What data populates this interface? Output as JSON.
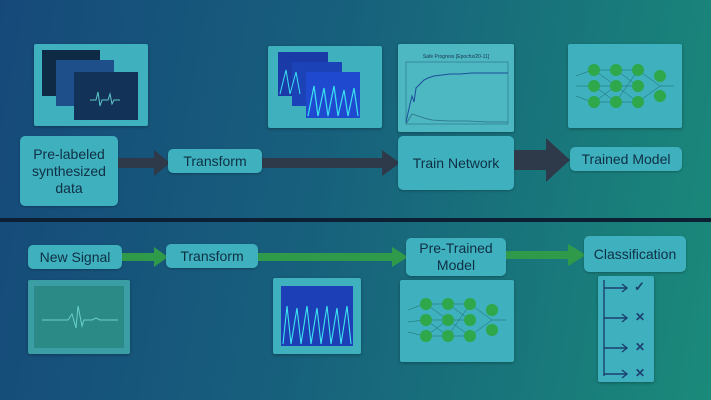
{
  "top_flow": {
    "input_label": "Pre-labeled\nsynthesized\ndata",
    "transform_label": "Transform",
    "train_label": "Train Network",
    "output_label": "Trained Model",
    "plot_title": "Safe Progress [Epochs/20-11]"
  },
  "bottom_flow": {
    "input_label": "New Signal",
    "transform_label": "Transform",
    "model_label": "Pre-Trained\nModel",
    "output_label": "Classification",
    "results": [
      {
        "mark": "✓",
        "icon": "check-icon"
      },
      {
        "mark": "✕",
        "icon": "x-icon"
      },
      {
        "mark": "✕",
        "icon": "x-icon"
      },
      {
        "mark": "✕",
        "icon": "x-icon"
      }
    ]
  },
  "colors": {
    "box": "#3fb0bd",
    "top_arrow": "#2e3a4a",
    "bottom_arrow": "#2f9a4a",
    "divider": "#0d2033"
  }
}
